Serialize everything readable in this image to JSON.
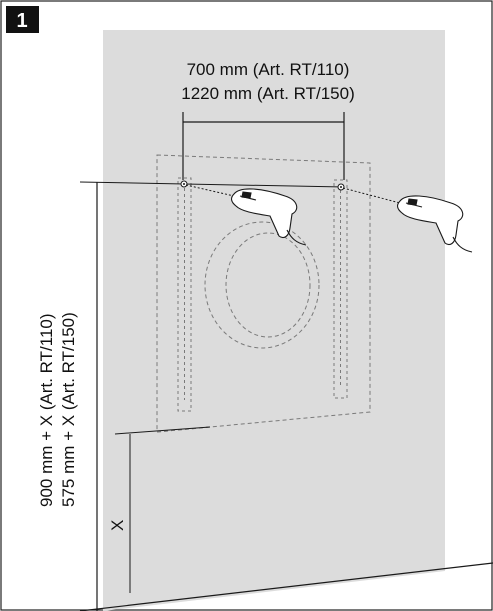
{
  "step_number": "1",
  "dimension_top": {
    "line1": "700 mm (Art. RT/110)",
    "line2": "1220 mm (Art. RT/150)"
  },
  "dimension_vertical": {
    "line1": "900 mm + X (Art. RT/110)",
    "line2": "575 mm + X (Art. RT/150)"
  },
  "dimension_x": "X",
  "colors": {
    "wall": "#dcdcdc",
    "line": "#1a1a1a",
    "dashed": "#7a7a7a",
    "badge": "#111111"
  }
}
